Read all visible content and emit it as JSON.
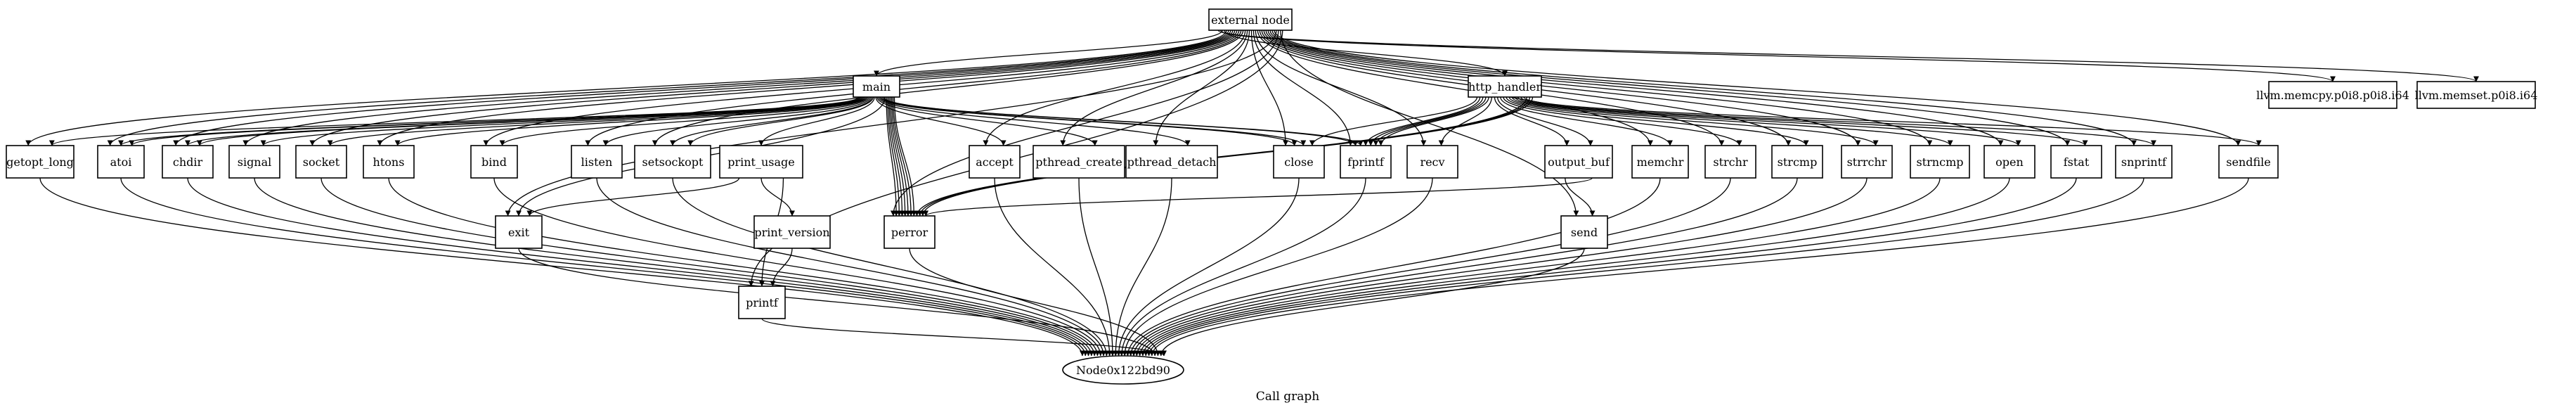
{
  "graph": {
    "caption": "Call graph",
    "nodes": [
      {
        "id": "external_node",
        "label": "external node"
      },
      {
        "id": "llvm_memcpy",
        "label": "llvm.memcpy.p0i8.p0i8.i64"
      },
      {
        "id": "llvm_memset",
        "label": "llvm.memset.p0i8.i64"
      },
      {
        "id": "main",
        "label": "main"
      },
      {
        "id": "http_handler",
        "label": "http_handler"
      },
      {
        "id": "getopt_long",
        "label": "getopt_long"
      },
      {
        "id": "atoi",
        "label": "atoi"
      },
      {
        "id": "chdir",
        "label": "chdir"
      },
      {
        "id": "signal",
        "label": "signal"
      },
      {
        "id": "socket",
        "label": "socket"
      },
      {
        "id": "htons",
        "label": "htons"
      },
      {
        "id": "bind",
        "label": "bind"
      },
      {
        "id": "listen",
        "label": "listen"
      },
      {
        "id": "setsockopt",
        "label": "setsockopt"
      },
      {
        "id": "print_usage",
        "label": "print_usage"
      },
      {
        "id": "accept",
        "label": "accept"
      },
      {
        "id": "pthread_create",
        "label": "pthread_create"
      },
      {
        "id": "pthread_detach",
        "label": "pthread_detach"
      },
      {
        "id": "close",
        "label": "close"
      },
      {
        "id": "fprintf",
        "label": "fprintf"
      },
      {
        "id": "recv",
        "label": "recv"
      },
      {
        "id": "output_buf",
        "label": "output_buf"
      },
      {
        "id": "memchr",
        "label": "memchr"
      },
      {
        "id": "strchr",
        "label": "strchr"
      },
      {
        "id": "strcmp",
        "label": "strcmp"
      },
      {
        "id": "strrchr",
        "label": "strrchr"
      },
      {
        "id": "strncmp",
        "label": "strncmp"
      },
      {
        "id": "open",
        "label": "open"
      },
      {
        "id": "fstat",
        "label": "fstat"
      },
      {
        "id": "snprintf",
        "label": "snprintf"
      },
      {
        "id": "sendfile",
        "label": "sendfile"
      },
      {
        "id": "exit",
        "label": "exit"
      },
      {
        "id": "print_version",
        "label": "print_version"
      },
      {
        "id": "perror",
        "label": "perror"
      },
      {
        "id": "send",
        "label": "send"
      },
      {
        "id": "printf",
        "label": "printf"
      },
      {
        "id": "node0x",
        "label": "Node0x122bd90"
      }
    ],
    "edges": [
      [
        "external_node",
        "llvm_memcpy"
      ],
      [
        "external_node",
        "llvm_memset"
      ],
      [
        "external_node",
        "main"
      ],
      [
        "external_node",
        "http_handler"
      ],
      [
        "external_node",
        "getopt_long"
      ],
      [
        "external_node",
        "atoi"
      ],
      [
        "external_node",
        "chdir"
      ],
      [
        "external_node",
        "signal"
      ],
      [
        "external_node",
        "socket"
      ],
      [
        "external_node",
        "htons"
      ],
      [
        "external_node",
        "bind"
      ],
      [
        "external_node",
        "listen"
      ],
      [
        "external_node",
        "setsockopt"
      ],
      [
        "external_node",
        "accept"
      ],
      [
        "external_node",
        "pthread_create"
      ],
      [
        "external_node",
        "pthread_detach"
      ],
      [
        "external_node",
        "close"
      ],
      [
        "external_node",
        "fprintf"
      ],
      [
        "external_node",
        "recv"
      ],
      [
        "external_node",
        "memchr"
      ],
      [
        "external_node",
        "strchr"
      ],
      [
        "external_node",
        "strcmp"
      ],
      [
        "external_node",
        "strrchr"
      ],
      [
        "external_node",
        "strncmp"
      ],
      [
        "external_node",
        "open"
      ],
      [
        "external_node",
        "fstat"
      ],
      [
        "external_node",
        "snprintf"
      ],
      [
        "external_node",
        "sendfile"
      ],
      [
        "external_node",
        "exit"
      ],
      [
        "external_node",
        "perror"
      ],
      [
        "external_node",
        "send"
      ],
      [
        "external_node",
        "printf"
      ],
      [
        "main",
        "getopt_long"
      ],
      [
        "main",
        "atoi"
      ],
      [
        "main",
        "atoi"
      ],
      [
        "main",
        "chdir"
      ],
      [
        "main",
        "chdir"
      ],
      [
        "main",
        "signal"
      ],
      [
        "main",
        "socket"
      ],
      [
        "main",
        "htons"
      ],
      [
        "main",
        "bind"
      ],
      [
        "main",
        "listen"
      ],
      [
        "main",
        "setsockopt"
      ],
      [
        "main",
        "setsockopt"
      ],
      [
        "main",
        "print_usage"
      ],
      [
        "main",
        "accept"
      ],
      [
        "main",
        "pthread_create"
      ],
      [
        "main",
        "pthread_detach"
      ],
      [
        "main",
        "close"
      ],
      [
        "main",
        "close"
      ],
      [
        "main",
        "fprintf"
      ],
      [
        "main",
        "fprintf"
      ],
      [
        "main",
        "exit"
      ],
      [
        "main",
        "perror"
      ],
      [
        "main",
        "perror"
      ],
      [
        "main",
        "perror"
      ],
      [
        "main",
        "perror"
      ],
      [
        "main",
        "perror"
      ],
      [
        "main",
        "perror"
      ],
      [
        "main",
        "perror"
      ],
      [
        "print_usage",
        "exit"
      ],
      [
        "print_usage",
        "print_version"
      ],
      [
        "print_usage",
        "printf"
      ],
      [
        "print_version",
        "printf"
      ],
      [
        "http_handler",
        "close"
      ],
      [
        "http_handler",
        "fprintf"
      ],
      [
        "http_handler",
        "fprintf"
      ],
      [
        "http_handler",
        "fprintf"
      ],
      [
        "http_handler",
        "fprintf"
      ],
      [
        "http_handler",
        "recv"
      ],
      [
        "http_handler",
        "output_buf"
      ],
      [
        "http_handler",
        "output_buf"
      ],
      [
        "http_handler",
        "memchr"
      ],
      [
        "http_handler",
        "strchr"
      ],
      [
        "http_handler",
        "strcmp"
      ],
      [
        "http_handler",
        "strrchr"
      ],
      [
        "http_handler",
        "strncmp"
      ],
      [
        "http_handler",
        "open"
      ],
      [
        "http_handler",
        "fstat"
      ],
      [
        "http_handler",
        "snprintf"
      ],
      [
        "http_handler",
        "sendfile"
      ],
      [
        "http_handler",
        "perror"
      ],
      [
        "http_handler",
        "perror"
      ],
      [
        "http_handler",
        "perror"
      ],
      [
        "output_buf",
        "send"
      ],
      [
        "output_buf",
        "perror"
      ],
      [
        "getopt_long",
        "node0x"
      ],
      [
        "atoi",
        "node0x"
      ],
      [
        "chdir",
        "node0x"
      ],
      [
        "signal",
        "node0x"
      ],
      [
        "socket",
        "node0x"
      ],
      [
        "htons",
        "node0x"
      ],
      [
        "bind",
        "node0x"
      ],
      [
        "listen",
        "node0x"
      ],
      [
        "setsockopt",
        "node0x"
      ],
      [
        "accept",
        "node0x"
      ],
      [
        "pthread_create",
        "node0x"
      ],
      [
        "pthread_detach",
        "node0x"
      ],
      [
        "close",
        "node0x"
      ],
      [
        "fprintf",
        "node0x"
      ],
      [
        "recv",
        "node0x"
      ],
      [
        "memchr",
        "node0x"
      ],
      [
        "strchr",
        "node0x"
      ],
      [
        "strcmp",
        "node0x"
      ],
      [
        "strrchr",
        "node0x"
      ],
      [
        "strncmp",
        "node0x"
      ],
      [
        "open",
        "node0x"
      ],
      [
        "fstat",
        "node0x"
      ],
      [
        "snprintf",
        "node0x"
      ],
      [
        "sendfile",
        "node0x"
      ],
      [
        "exit",
        "node0x"
      ],
      [
        "perror",
        "node0x"
      ],
      [
        "send",
        "node0x"
      ],
      [
        "printf",
        "node0x"
      ]
    ]
  }
}
